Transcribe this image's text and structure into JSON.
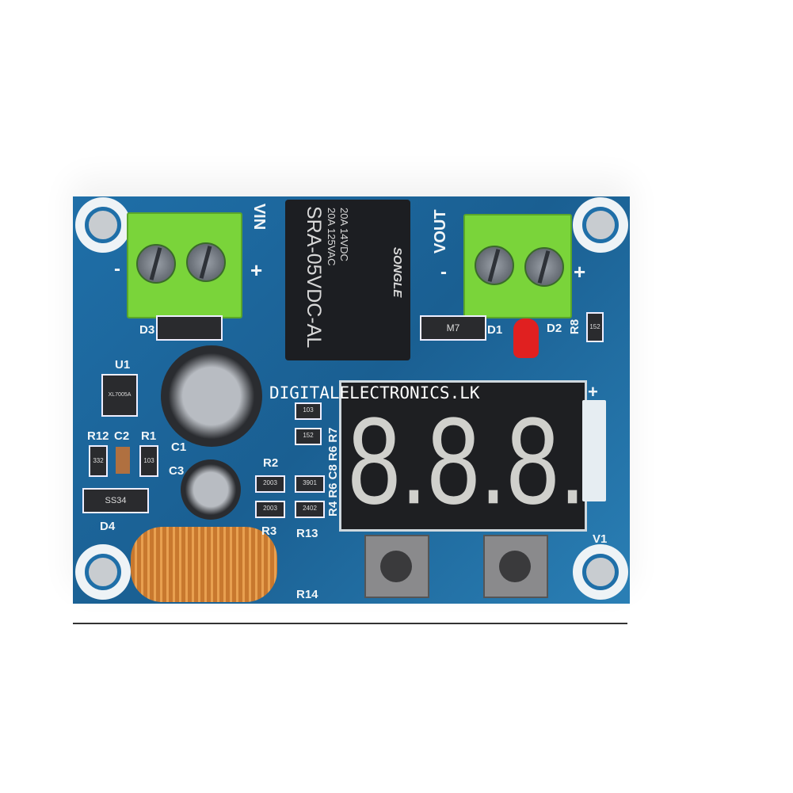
{
  "board": {
    "labels": {
      "vin": "VIN",
      "vout": "VOUT",
      "minus_in": "-",
      "plus_in": "+",
      "minus_out": "-",
      "plus_out": "+",
      "d3": "D3",
      "u1": "U1",
      "r12": "R12",
      "c2": "C2",
      "r1": "R1",
      "c1": "C1",
      "c3": "C3",
      "r2": "R2",
      "d4": "D4",
      "r3": "R3",
      "r13": "R13",
      "r14": "R14",
      "d1": "D1",
      "d2": "D2",
      "r8": "R8",
      "r_col": "R4 R6 C8 R6 R7",
      "v1": "V1",
      "plus_header": "+"
    },
    "relay": {
      "brand": "SONGLE",
      "line1": "20A 14VDC",
      "line2": "20A 125VAC",
      "model": "SRA-05VDC-AL"
    },
    "chip_u1": "XL7005A",
    "diode_d4": "SS34",
    "diode_d1": "M7",
    "resistors": [
      "103",
      "152",
      "2003",
      "3901",
      "2003",
      "2402",
      "332",
      "103",
      "152"
    ],
    "display_reading": "8.8.8."
  },
  "watermark": "DIGITALELECTRONICS.LK",
  "colors": {
    "pcb": "#1f6fa8",
    "terminal": "#7ad43a",
    "led": "#e02020",
    "coil": "#c8782e"
  }
}
